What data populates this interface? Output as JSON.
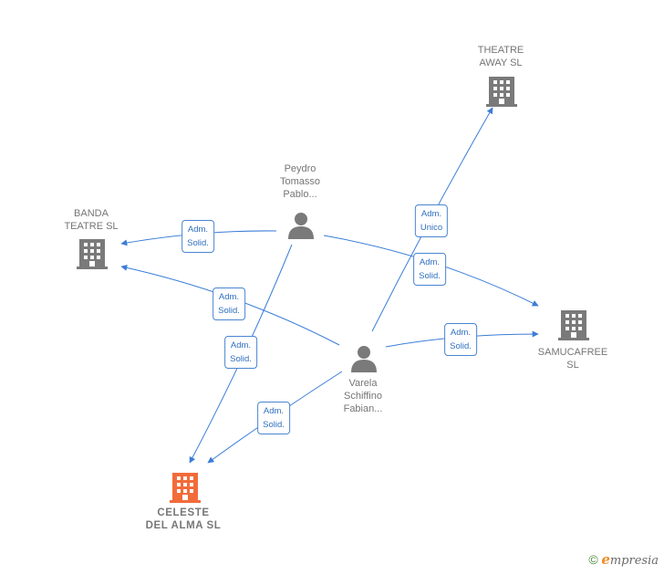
{
  "colors": {
    "edge": "#3b7dd8",
    "company": "#7a7a7a",
    "company_main": "#f26b3a",
    "person": "#7a7a7a"
  },
  "nodes": {
    "theatre_away": {
      "label": "THEATRE\nAWAY  SL",
      "type": "company",
      "icon": "building-icon"
    },
    "banda_teatre": {
      "label": "BANDA\nTEATRE  SL",
      "type": "company",
      "icon": "building-icon"
    },
    "samucafree": {
      "label": "SAMUCAFREE\nSL",
      "type": "company",
      "icon": "building-icon"
    },
    "celeste": {
      "label": "CELESTE\nDEL ALMA  SL",
      "type": "company_main",
      "icon": "building-icon"
    },
    "peydro": {
      "label": "Peydro\nTomasso\nPablo...",
      "type": "person",
      "icon": "person-icon"
    },
    "varela": {
      "label": "Varela\nSchiffino\nFabian...",
      "type": "person",
      "icon": "person-icon"
    }
  },
  "edges": [
    {
      "from": "peydro",
      "to": "banda_teatre",
      "label_line1": "Adm.",
      "label_line2": "Solid."
    },
    {
      "from": "peydro",
      "to": "samucafree",
      "label_line1": "Adm.",
      "label_line2": "Solid."
    },
    {
      "from": "peydro",
      "to": "celeste",
      "label_line1": "Adm.",
      "label_line2": "Solid."
    },
    {
      "from": "varela",
      "to": "theatre_away",
      "label_line1": "Adm.",
      "label_line2": "Unico"
    },
    {
      "from": "varela",
      "to": "banda_teatre",
      "label_line1": "Adm.",
      "label_line2": "Solid."
    },
    {
      "from": "varela",
      "to": "samucafree",
      "label_line1": "Adm.",
      "label_line2": "Solid."
    },
    {
      "from": "varela",
      "to": "celeste",
      "label_line1": "Adm.",
      "label_line2": "Solid."
    }
  ],
  "footer": {
    "copyright_symbol": "©",
    "brand_first": "e",
    "brand_rest": "mpresia"
  }
}
